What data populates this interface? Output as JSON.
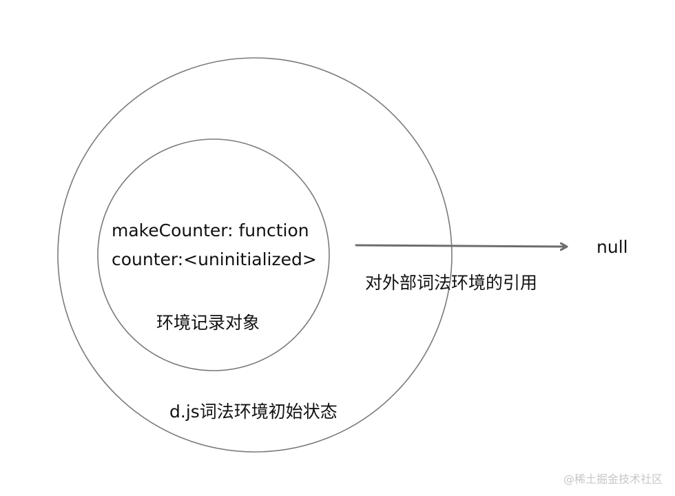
{
  "inner_env": {
    "line1": "makeCounter: function",
    "line2": "counter:<uninitialized>",
    "caption": "环境记录对象"
  },
  "outer_env": {
    "caption": "d.js词法环境初始状态",
    "reference_label": "对外部词法环境的引用",
    "reference_target": "null"
  },
  "watermark": "@稀土掘金技术社区",
  "colors": {
    "stroke": "#7a7a7a",
    "arrow": "#6d6d6d",
    "text": "#111111",
    "watermark": "#c7c7c7"
  }
}
